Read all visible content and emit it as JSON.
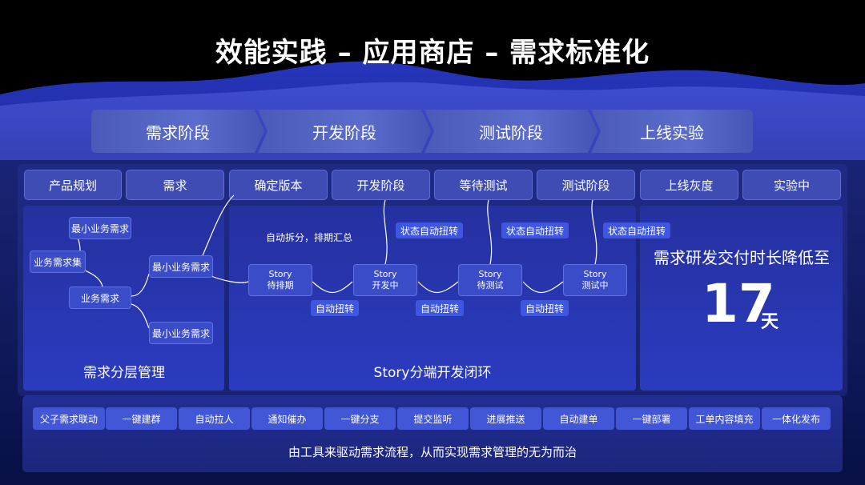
{
  "title": "效能实践 – 应用商店 – 需求标准化",
  "stages": [
    "需求阶段",
    "开发阶段",
    "测试阶段",
    "上线实验"
  ],
  "phases": [
    "产品规划",
    "需求",
    "确定版本",
    "开发阶段",
    "等待测试",
    "测试阶段",
    "上线灰度",
    "实验中"
  ],
  "hierarchy": {
    "nodes": [
      "最小业务需求",
      "业务需求集",
      "最小业务需求",
      "业务需求",
      "最小业务需求"
    ],
    "caption": "需求分层管理"
  },
  "story_flow": {
    "auto_split": "自动拆分，排期汇总",
    "stories": [
      {
        "line1": "Story",
        "line2": "待排期"
      },
      {
        "line1": "Story",
        "line2": "开发中"
      },
      {
        "line1": "Story",
        "line2": "待测试"
      },
      {
        "line1": "Story",
        "line2": "测试中"
      }
    ],
    "auto_flow_label": "自动扭转",
    "status_flow_label": "状态自动扭转",
    "caption": "Story分端开发闭环"
  },
  "result": {
    "caption": "需求研发交付时长降低至",
    "value": "17",
    "unit": "天"
  },
  "tools": [
    "父子需求联动",
    "一键建群",
    "自动拉人",
    "通知催办",
    "一键分支",
    "提交监听",
    "进展推送",
    "自动建单",
    "一键部署",
    "工单内容填充",
    "一体化发布"
  ],
  "tools_caption": "由工具来驱动需求流程，从而实现需求管理的无为而治"
}
